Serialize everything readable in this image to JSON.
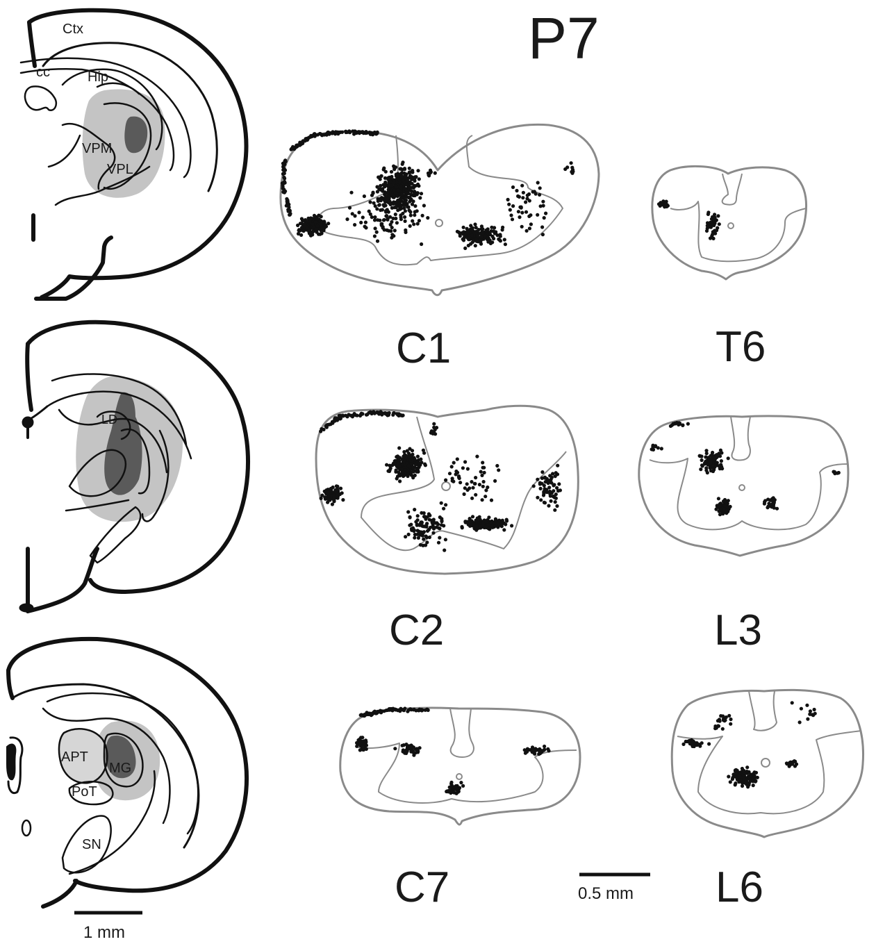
{
  "figure": {
    "title": "P7",
    "colors": {
      "ink": "#111111",
      "cord_outline": "#8a8a8a",
      "light_shading": "#c4c4c4",
      "dark_shading": "#5a5a5a"
    }
  },
  "brain_sections": {
    "top": {
      "labels": {
        "ctx": "Ctx",
        "cc": "cc",
        "hip": "Hip",
        "vpm": "VPM",
        "vpl": "VPL"
      }
    },
    "middle": {
      "labels": {
        "ld": "LD"
      }
    },
    "bottom": {
      "labels": {
        "apt": "APT",
        "mg": "MG",
        "pot": "PoT",
        "sn": "SN"
      }
    }
  },
  "spinal_sections": [
    {
      "id": "c1",
      "label": "C1",
      "dot_count": "very many"
    },
    {
      "id": "t6",
      "label": "T6",
      "dot_count": "few"
    },
    {
      "id": "c2",
      "label": "C2",
      "dot_count": "very many"
    },
    {
      "id": "l3",
      "label": "L3",
      "dot_count": "many"
    },
    {
      "id": "c7",
      "label": "C7",
      "dot_count": "moderate"
    },
    {
      "id": "l6",
      "label": "L6",
      "dot_count": "moderate"
    }
  ],
  "scale_bars": {
    "brain": "1 mm",
    "cord": "0.5 mm"
  }
}
